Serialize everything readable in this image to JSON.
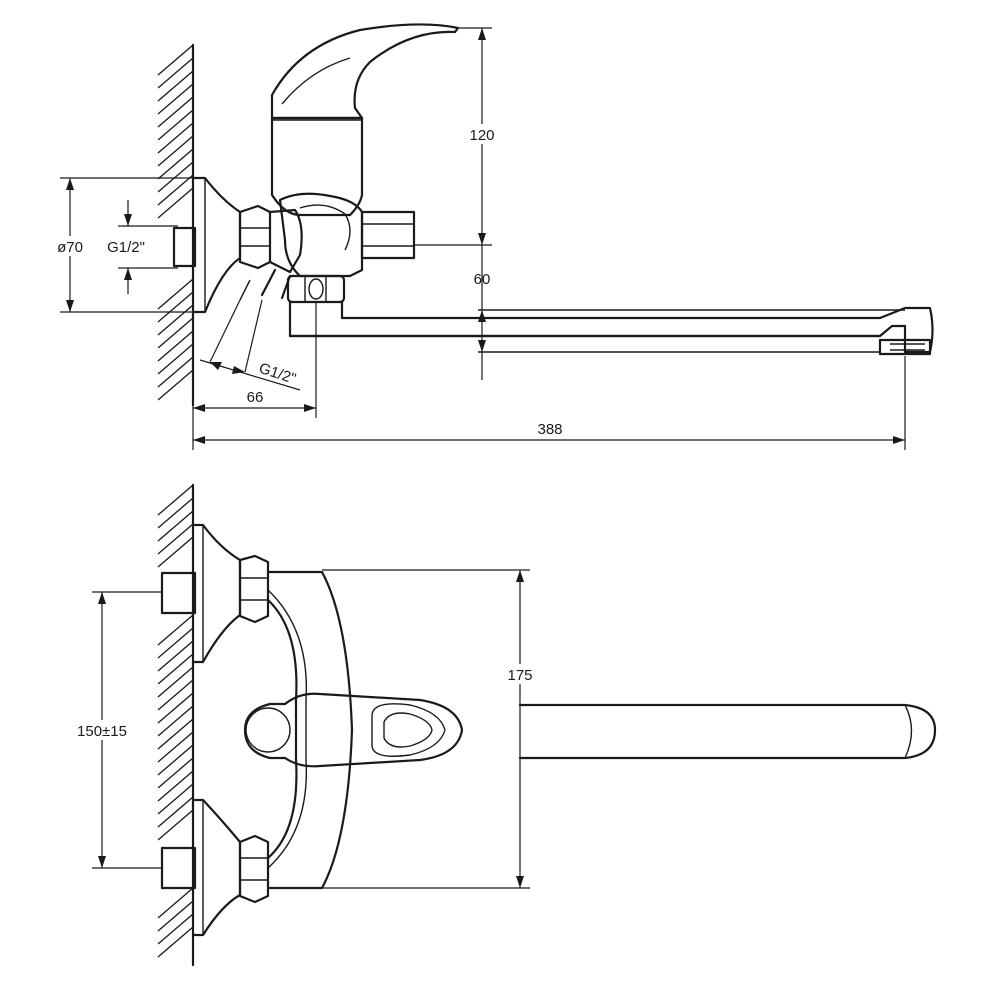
{
  "side_view": {
    "dim_height_handle": "120",
    "dim_height_spout": "60",
    "dim_flange_diameter": "ø70",
    "dim_inlet_thread": "G1/2\"",
    "dim_outlet_thread": "G1/2\"",
    "dim_body_depth": "66",
    "dim_spout_reach": "388"
  },
  "top_view": {
    "dim_body_width": "175",
    "dim_inlet_spacing": "150±15"
  }
}
